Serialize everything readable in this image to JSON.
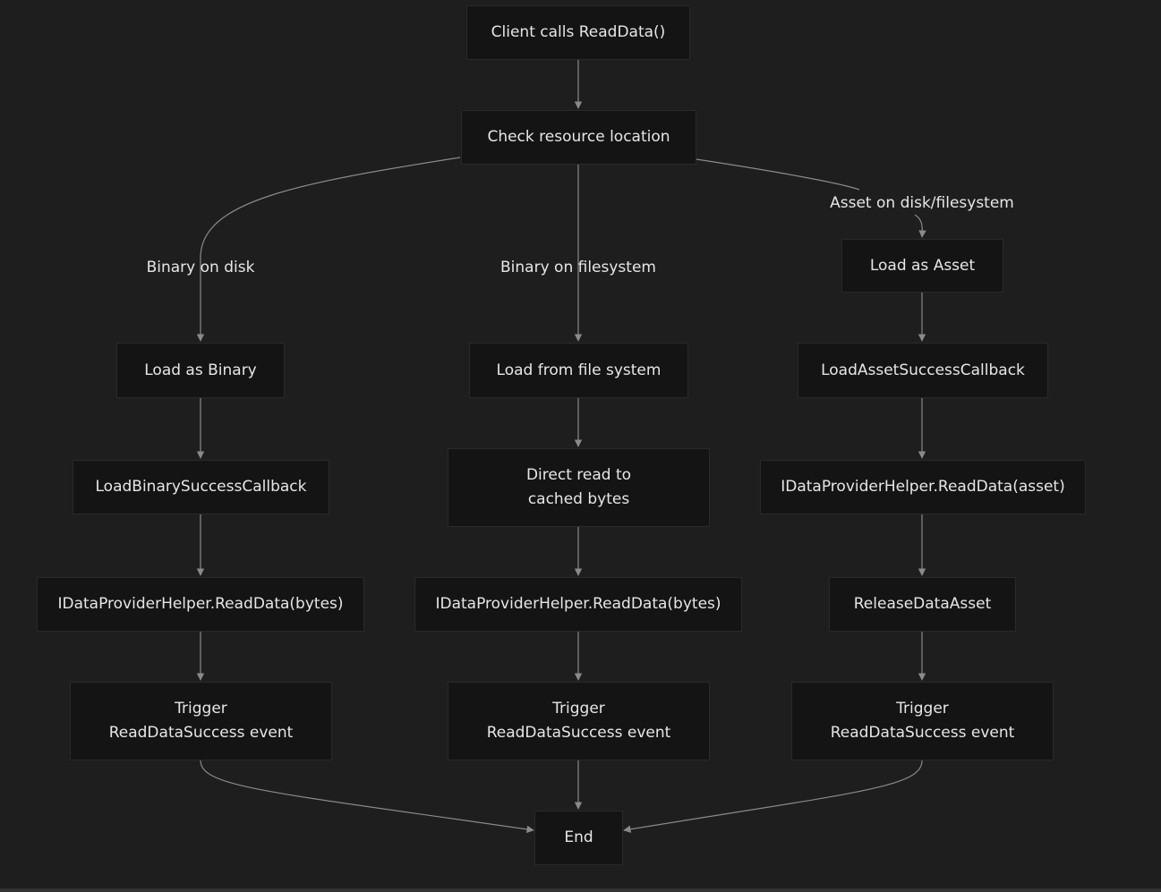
{
  "diagram": {
    "nodes": {
      "start": "Client calls ReadData()",
      "check": "Check resource location",
      "load_binary": "Load as Binary",
      "load_fs": "Load from file system",
      "load_asset": "Load as Asset",
      "binary_callback": "LoadBinarySuccessCallback",
      "direct_read": "Direct read to cached bytes",
      "asset_callback": "LoadAssetSuccessCallback",
      "read_bytes_left": "IDataProviderHelper.ReadData(bytes)",
      "read_bytes_mid": "IDataProviderHelper.ReadData(bytes)",
      "read_asset": "IDataProviderHelper.ReadData(asset)",
      "release_asset": "ReleaseDataAsset",
      "trigger_left": "Trigger ReadDataSuccess event",
      "trigger_mid": "Trigger ReadDataSuccess event",
      "trigger_right": "Trigger ReadDataSuccess event",
      "end": "End"
    },
    "edge_labels": {
      "binary_disk": "Binary on disk",
      "binary_fs": "Binary on filesystem",
      "asset_disk": "Asset on disk/filesystem"
    },
    "colors": {
      "background": "#1e1e1e",
      "node_fill": "#141414",
      "node_border": "#2a2a2a",
      "edge": "#8a8a8a",
      "text": "#e6e6e6"
    }
  }
}
